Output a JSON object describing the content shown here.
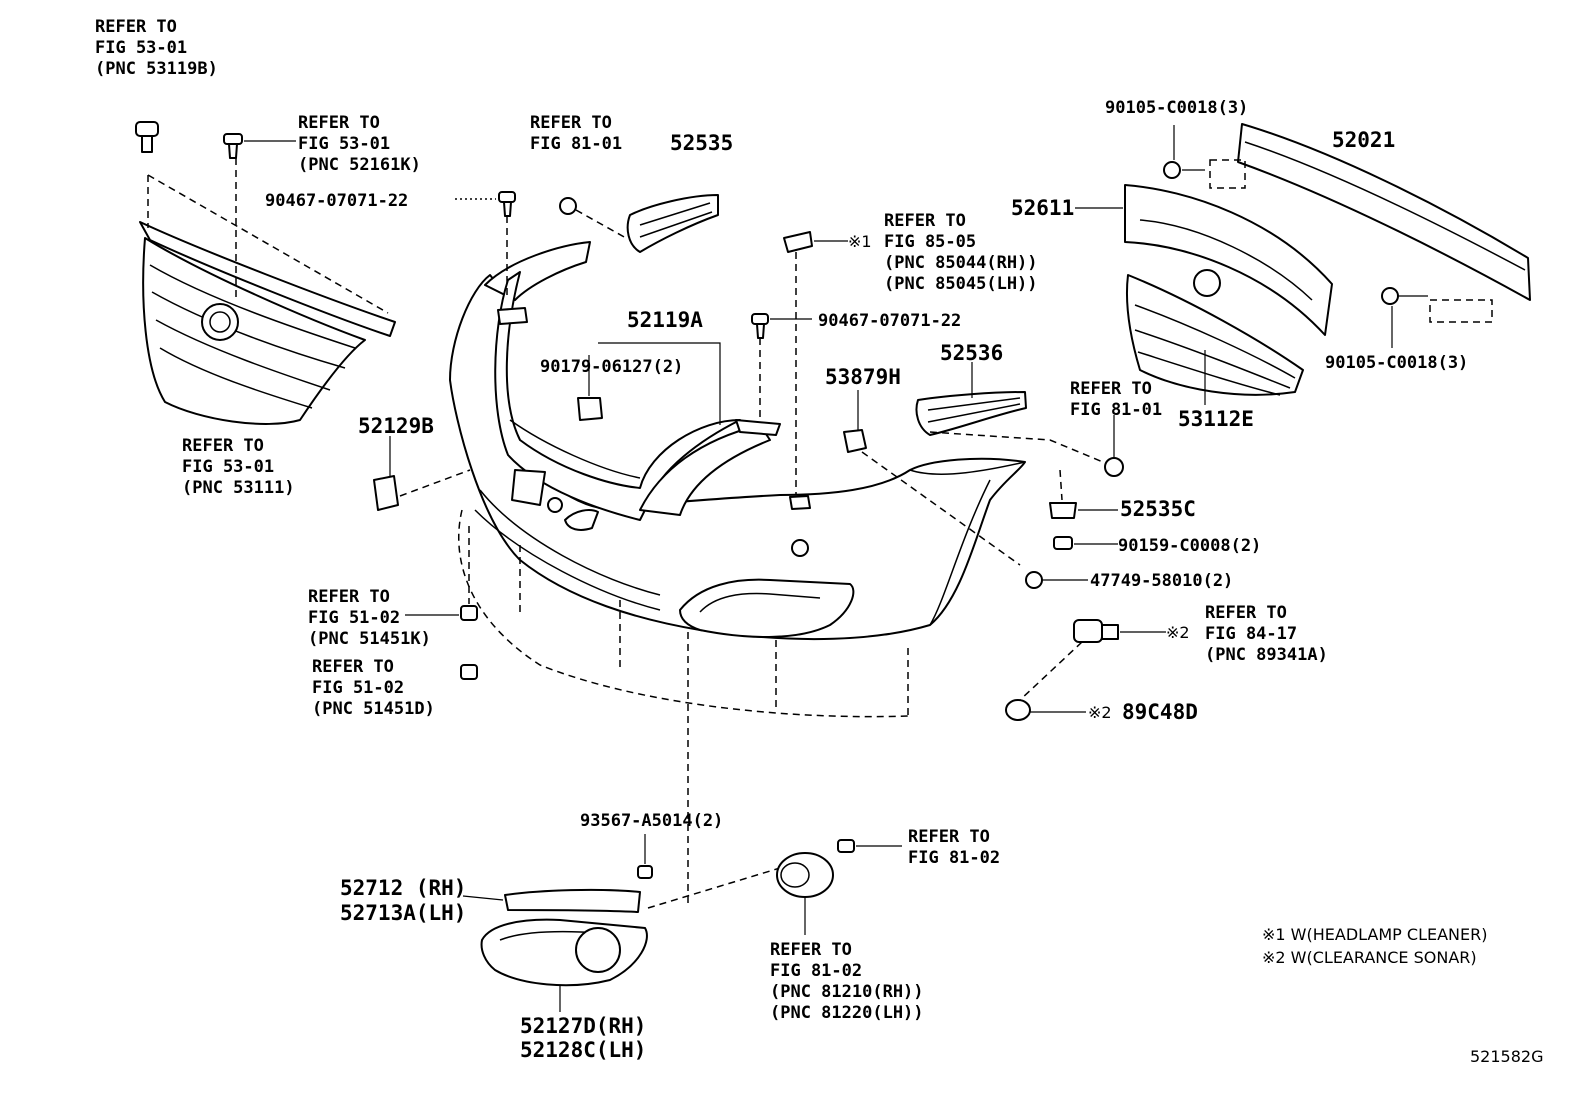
{
  "labels": {
    "grille_top": [
      "REFER TO",
      "FIG 53-01",
      "(PNC 53119B)"
    ],
    "clip_top": [
      "REFER TO",
      "FIG 53-01",
      "(PNC 52161K)"
    ],
    "grille_bottom": [
      "REFER TO",
      "FIG 53-01",
      "(PNC 53111)"
    ],
    "screw_90467_a": "90467-07071-22",
    "refer_81_01_top": [
      "REFER TO",
      "FIG 81-01"
    ],
    "p52535": "52535",
    "p52119A": "52119A",
    "p90179": "90179-06127(2)",
    "screw_90467_b": "90467-07071-22",
    "headlamp_cleaner": [
      "REFER TO",
      "FIG 85-05",
      "(PNC 85044(RH))",
      "(PNC 85045(LH))"
    ],
    "mark1": "※1",
    "p52536": "52536",
    "p53879H": "53879H",
    "p52129B": "52129B",
    "p52611": "52611",
    "p52021": "52021",
    "p90105_a": "90105-C0018(3)",
    "p90105_b": "90105-C0018(3)",
    "p53112E": "53112E",
    "refer_81_01_right": [
      "REFER TO",
      "FIG 81-01"
    ],
    "p52535C": "52535C",
    "p90159": "90159-C0008(2)",
    "p47749": "47749-58010(2)",
    "sonar_ref": [
      "REFER TO",
      "FIG 84-17",
      "(PNC 89341A)"
    ],
    "mark2a": "※2",
    "mark2b": "※2",
    "p89C48D": "89C48D",
    "ref_51451K": [
      "REFER TO",
      "FIG 51-02",
      "(PNC 51451K)"
    ],
    "ref_51451D": [
      "REFER TO",
      "FIG 51-02",
      "(PNC 51451D)"
    ],
    "p93567": "93567-A5014(2)",
    "p52712": "52712 (RH)",
    "p52713A": "52713A(LH)",
    "fog_ref": [
      "REFER TO",
      "FIG 81-02"
    ],
    "fog_ref_bottom": [
      "REFER TO",
      "FIG 81-02",
      "(PNC 81210(RH))",
      "(PNC 81220(LH))"
    ],
    "p52127D": "52127D(RH)",
    "p52128C": "52128C(LH)",
    "legend1": "※1 W(HEADLAMP CLEANER)",
    "legend2": "※2 W(CLEARANCE SONAR)",
    "figure_id": "521582G"
  }
}
